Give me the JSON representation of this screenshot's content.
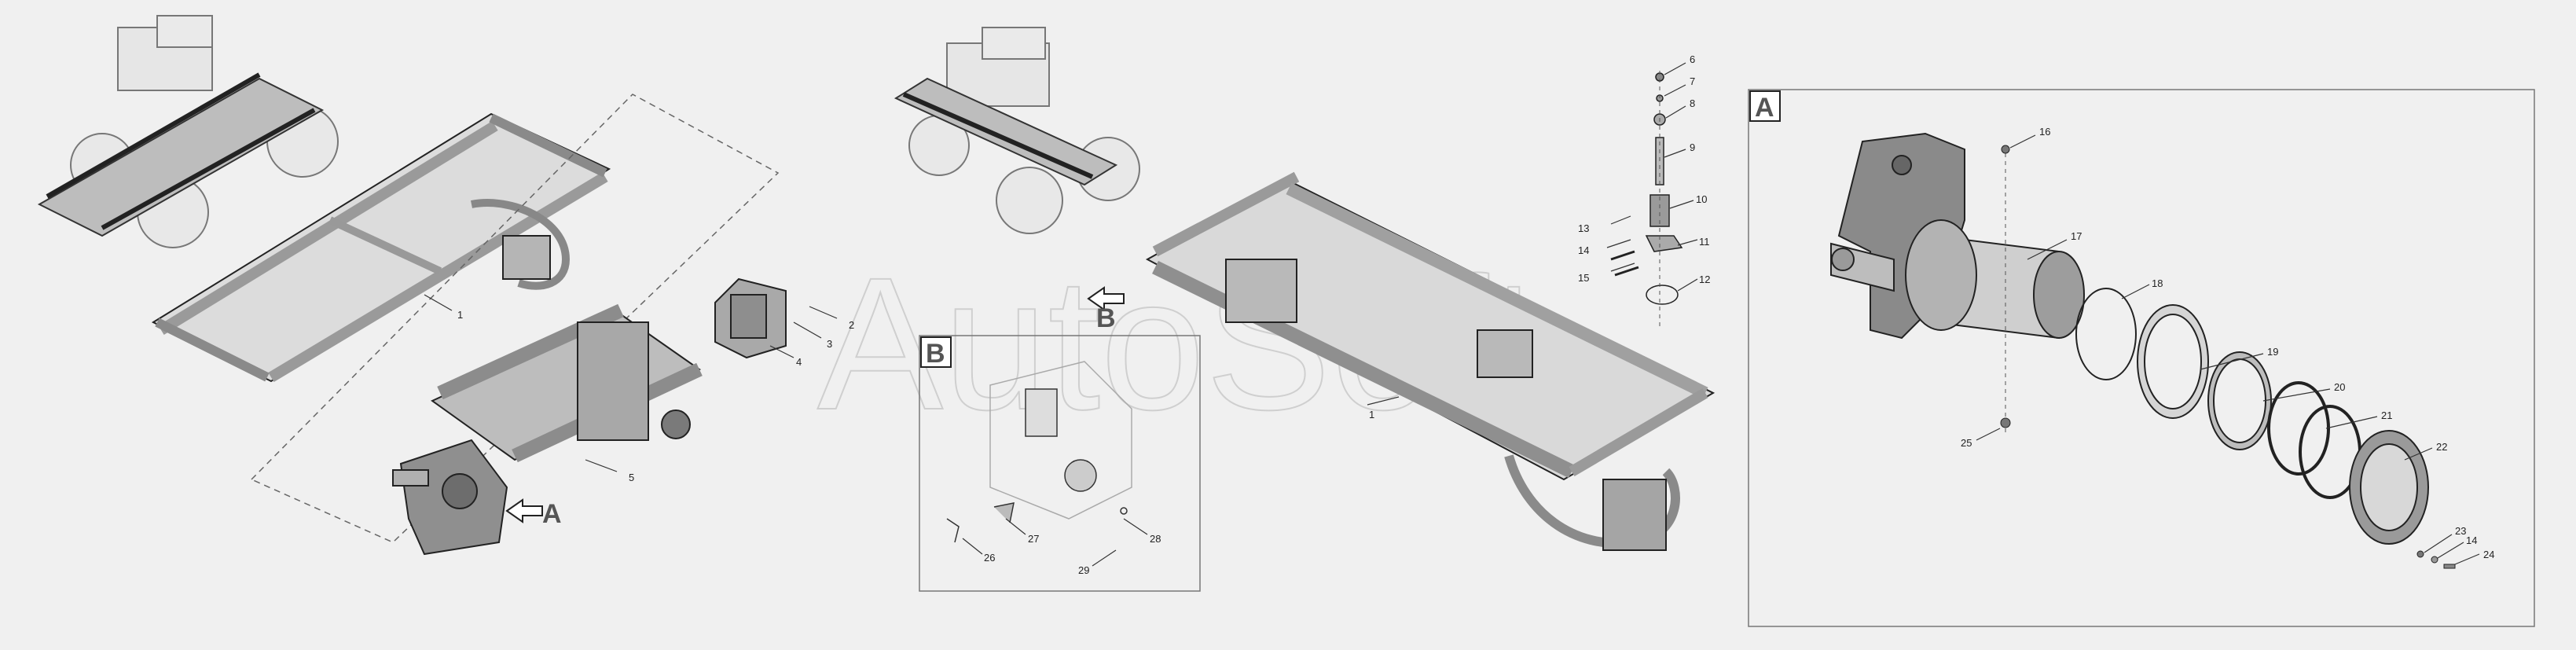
{
  "watermark": "AutoSoft",
  "details": {
    "a_label": "A",
    "b_label": "B"
  },
  "callouts": [
    {
      "id": "c1a",
      "text": "1"
    },
    {
      "id": "c2",
      "text": "2"
    },
    {
      "id": "c3",
      "text": "3"
    },
    {
      "id": "c4",
      "text": "4"
    },
    {
      "id": "c5",
      "text": "5"
    },
    {
      "id": "c1b",
      "text": "1"
    },
    {
      "id": "c6",
      "text": "6"
    },
    {
      "id": "c7",
      "text": "7"
    },
    {
      "id": "c8",
      "text": "8"
    },
    {
      "id": "c9",
      "text": "9"
    },
    {
      "id": "c10",
      "text": "10"
    },
    {
      "id": "c11",
      "text": "11"
    },
    {
      "id": "c12",
      "text": "12"
    },
    {
      "id": "c13",
      "text": "13"
    },
    {
      "id": "c14a",
      "text": "14"
    },
    {
      "id": "c15",
      "text": "15"
    },
    {
      "id": "c16",
      "text": "16"
    },
    {
      "id": "c17",
      "text": "17"
    },
    {
      "id": "c18",
      "text": "18"
    },
    {
      "id": "c19",
      "text": "19"
    },
    {
      "id": "c20",
      "text": "20"
    },
    {
      "id": "c21",
      "text": "21"
    },
    {
      "id": "c22",
      "text": "22"
    },
    {
      "id": "c23",
      "text": "23"
    },
    {
      "id": "c14b",
      "text": "14"
    },
    {
      "id": "c24",
      "text": "24"
    },
    {
      "id": "c25",
      "text": "25"
    },
    {
      "id": "c26",
      "text": "26"
    },
    {
      "id": "c27",
      "text": "27"
    },
    {
      "id": "c28",
      "text": "28"
    },
    {
      "id": "c29",
      "text": "29"
    }
  ]
}
